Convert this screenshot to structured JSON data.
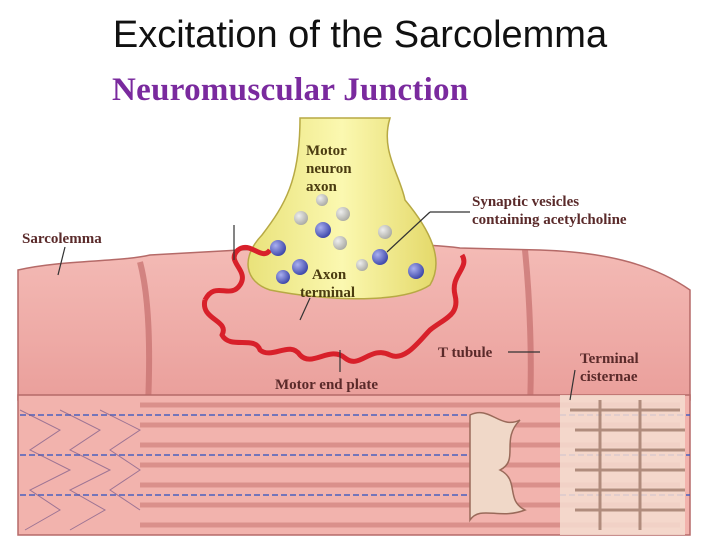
{
  "slide": {
    "title": "Excitation of the Sarcolemma"
  },
  "diagram": {
    "title": "Neuromuscular Junction",
    "labels": {
      "motor": "Motor",
      "neuron": "neuron",
      "axon": "axon",
      "synaptic_line1": "Synaptic vesicles",
      "synaptic_line2": "containing acetylcholine",
      "sarcolemma": "Sarcolemma",
      "axon_terminal_1": "Axon",
      "axon_terminal_2": "terminal",
      "t_tubule": "T tubule",
      "terminal_1": "Terminal",
      "cisternae": "cisternae",
      "motor_end_plate": "Motor end plate"
    },
    "colors": {
      "title_purple": "#7a2a9e",
      "muscle_pink": "#eea7a3",
      "membrane_red": "#d8202a",
      "axon_yellow": "#f3ef8a",
      "vesicle_blue": "#4a55b8"
    }
  }
}
